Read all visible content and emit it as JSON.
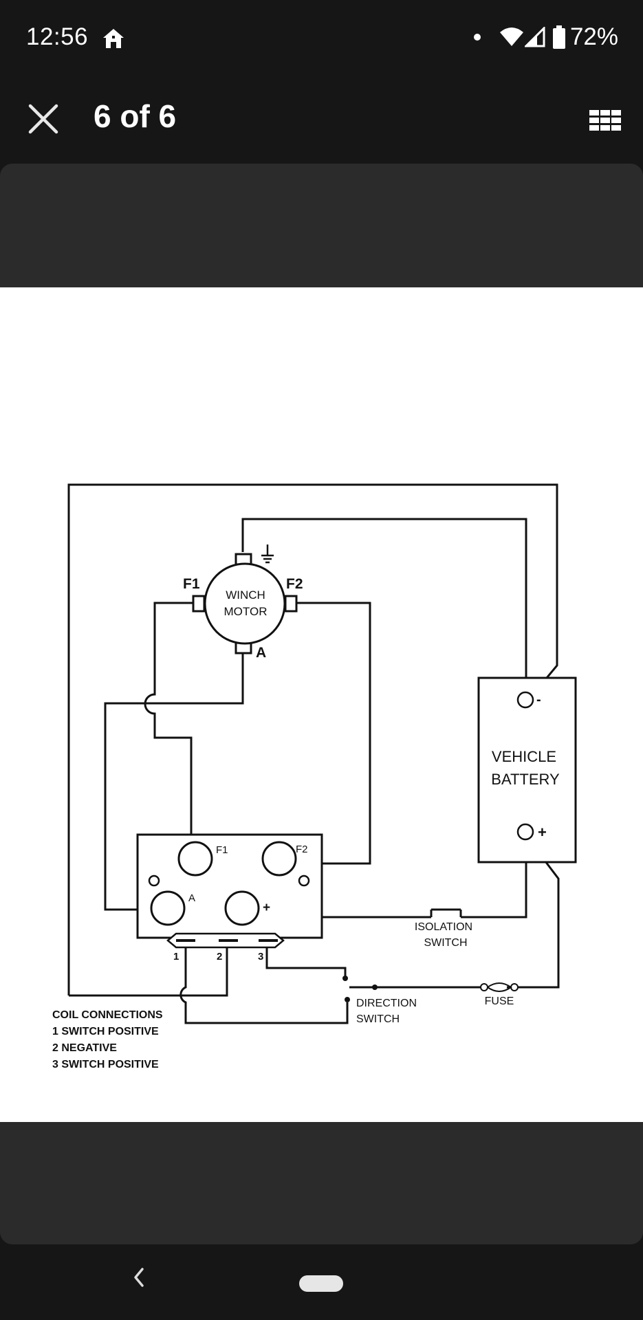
{
  "status_bar": {
    "time": "12:56",
    "battery": "72%",
    "icons": [
      "home-icon",
      "notification-dot",
      "wifi-icon",
      "cell-signal-icon",
      "battery-icon"
    ]
  },
  "app_bar": {
    "title": "6 of 6",
    "close_icon": "close-icon",
    "grid_icon": "grid-view-icon"
  },
  "diagram": {
    "motor_label_1": "WINCH",
    "motor_label_2": "MOTOR",
    "f1": "F1",
    "f2": "F2",
    "a": "A",
    "battery_label_1": "VEHICLE",
    "battery_label_2": "BATTERY",
    "minus": "-",
    "plus": "+",
    "sol_f1": "F1",
    "sol_f2": "F2",
    "sol_a": "A",
    "sol_plus": "+",
    "pin_1": "1",
    "pin_2": "2",
    "pin_3": "3",
    "isolation_1": "ISOLATION",
    "isolation_2": "SWITCH",
    "direction_1": "DIRECTION",
    "direction_2": "SWITCH",
    "fuse": "FUSE",
    "coil_title": "COIL CONNECTIONS",
    "coil_1": "1 SWITCH POSITIVE",
    "coil_2": "2 NEGATIVE",
    "coil_3": "3 SWITCH POSITIVE"
  },
  "nav_bar": {
    "back_icon": "back-chevron-icon",
    "home_icon": "home-pill"
  }
}
